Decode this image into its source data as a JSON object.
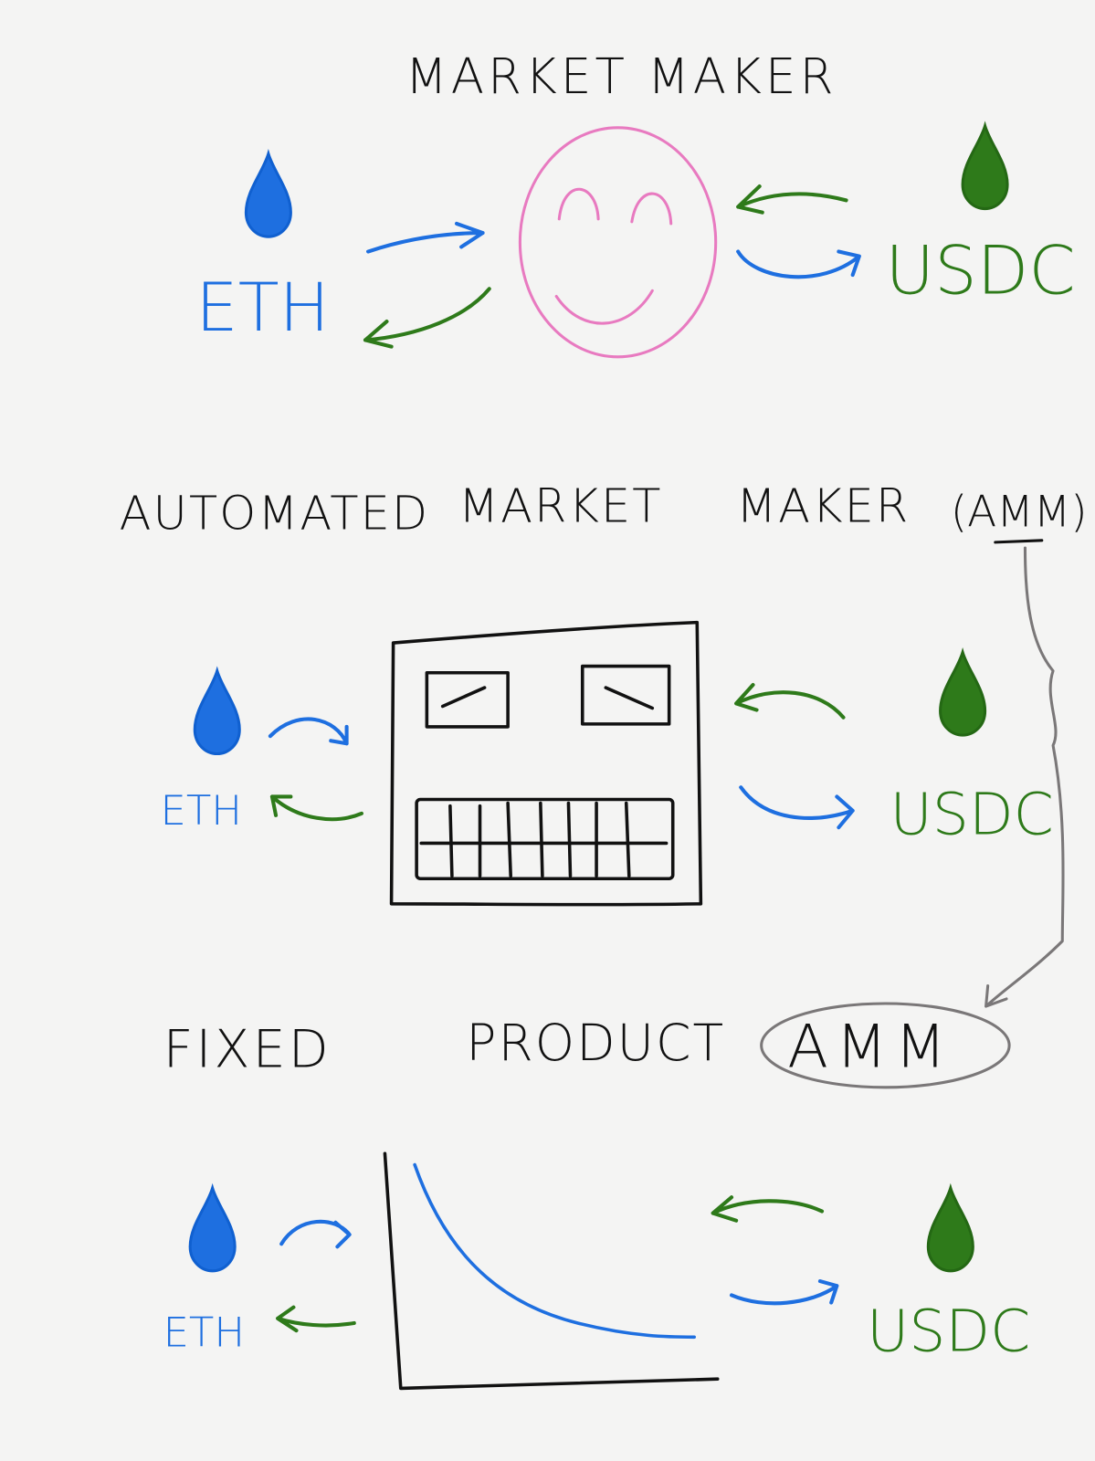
{
  "sections": [
    {
      "title": "MARKET MAKER",
      "left_token": "ETH",
      "right_token": "USDC"
    },
    {
      "title_parts": [
        "AUTOMATED",
        "MARKET",
        "MAKER",
        "(AMM)"
      ],
      "left_token": "ETH",
      "right_token": "USDC"
    },
    {
      "title_parts": [
        "FIXED",
        "PRODUCT",
        "AMM"
      ],
      "left_token": "ETH",
      "right_token": "USDC"
    }
  ],
  "colors": {
    "eth": "#1e6fe0",
    "usdc": "#2e7a1a",
    "ink": "#111111",
    "face": "#e87ac0",
    "connector": "#7a7778"
  },
  "icons": [
    "eth-drop-icon",
    "usdc-drop-icon",
    "smiley-face-icon",
    "robot-face-icon",
    "fixed-product-curve-icon"
  ]
}
